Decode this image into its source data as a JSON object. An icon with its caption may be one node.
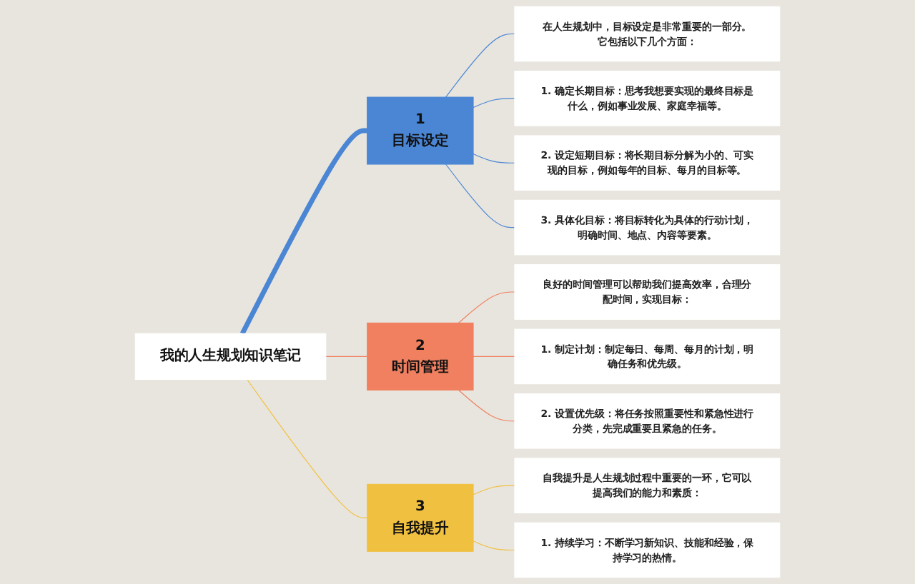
{
  "diagram": {
    "nodes": [
      {
        "text": [
          "我的人生规划知识笔记"
        ]
      },
      {
        "text": [
          "1",
          "目标设定"
        ]
      },
      {
        "text": [
          "在人生规划中，目标设定是非常重要的一部分。它包括以下几个方面："
        ]
      },
      {
        "text": [
          "1. 确定长期目标：思考我想要实现的最终目标是什么，例如事业发展、家庭幸福等。"
        ]
      },
      {
        "text": [
          "2. 设定短期目标：将长期目标分解为小的、可实现的目标，例如每年的目标、每月的目标等。"
        ]
      },
      {
        "text": [
          "3. 具体化目标：将目标转化为具体的行动计划，明确时间、地点、内容等要素。"
        ]
      },
      {
        "text": [
          "2",
          "时间管理"
        ]
      },
      {
        "text": [
          "良好的时间管理可以帮助我们提高效率，合理分配时间，实现目标："
        ]
      },
      {
        "text": [
          "1. 制定计划：制定每日、每周、每月的计划，明确任务和优先级。"
        ]
      },
      {
        "text": [
          "2. 设置优先级：将任务按照重要性和紧急性进行分类，先完成重要且紧急的任务。"
        ]
      },
      {
        "text": [
          "3",
          "自我提升"
        ]
      },
      {
        "text": [
          "自我提升是人生规划过程中重要的一环，它可以提高我们的能力和素质："
        ]
      },
      {
        "text": [
          "1. 持续学习：不断学习新知识、技能和经验，保持学习的热情。"
        ]
      }
    ],
    "edges": [
      {
        "from": 0,
        "to": 1,
        "arrow": "none",
        "style": "thick",
        "color": "#4a86d4"
      },
      {
        "from": 1,
        "to": 2,
        "arrow": "none",
        "color": "#4a86d4"
      },
      {
        "from": 1,
        "to": 3,
        "arrow": "none",
        "color": "#4a86d4"
      },
      {
        "from": 1,
        "to": 4,
        "arrow": "none",
        "color": "#4a86d4"
      },
      {
        "from": 1,
        "to": 5,
        "arrow": "none",
        "color": "#4a86d4"
      },
      {
        "from": 0,
        "to": 6,
        "arrow": "none",
        "color": "#f08060"
      },
      {
        "from": 6,
        "to": 7,
        "arrow": "none",
        "color": "#f08060"
      },
      {
        "from": 6,
        "to": 8,
        "arrow": "none",
        "color": "#f08060"
      },
      {
        "from": 6,
        "to": 9,
        "arrow": "none",
        "color": "#f08060"
      },
      {
        "from": 0,
        "to": 10,
        "arrow": "none",
        "color": "#f0c040"
      },
      {
        "from": 10,
        "to": 11,
        "arrow": "none",
        "color": "#f0c040"
      },
      {
        "from": 10,
        "to": 12,
        "arrow": "none",
        "color": "#f0c040"
      }
    ]
  }
}
